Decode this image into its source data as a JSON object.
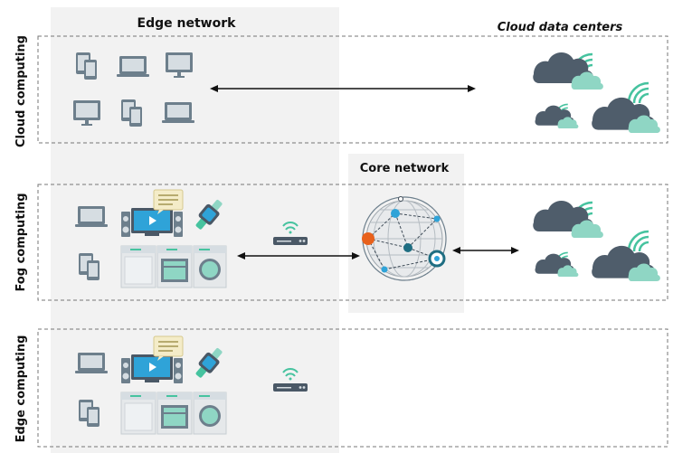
{
  "labels": {
    "edge_network": "Edge network",
    "cloud_data_centers": "Cloud data centers",
    "core_network": "Core network",
    "rows": {
      "cloud": "Cloud computing",
      "fog": "Fog computing",
      "edge": "Edge computing"
    }
  },
  "colors": {
    "cloud_body": "#4f5d6b",
    "cloud_accent": "#8fd6c4",
    "device_fill": "#6d7f8c",
    "screen_fill": "#d6dde2",
    "router_fill": "#4a5866",
    "wifi": "#46c39f",
    "panel_gray": "#f2f2f2",
    "globe_orange": "#e8611c",
    "globe_blue": "#2fa3d8",
    "globe_teal": "#1f6e82"
  },
  "icons": [
    "tablet-icon",
    "laptop-icon",
    "monitor-icon",
    "tv-icon",
    "speaker-icon",
    "smartwatch-icon",
    "chat-bubble-icon",
    "router-icon",
    "dishwasher-icon",
    "oven-icon",
    "washing-machine-icon",
    "cloud-icon",
    "globe-network-icon",
    "arrow-icon"
  ]
}
